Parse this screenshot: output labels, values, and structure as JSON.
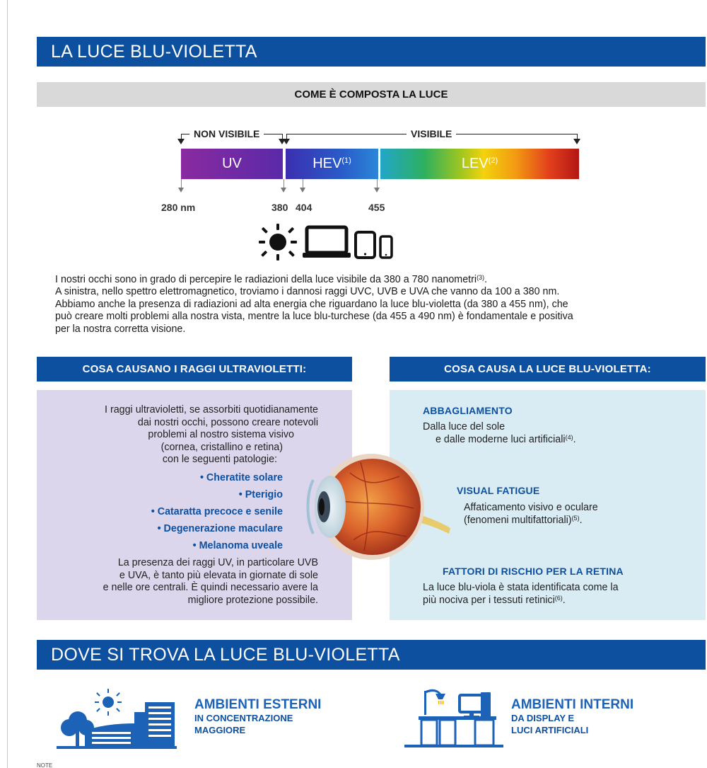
{
  "section1_title": "LA LUCE BLU-VIOLETTA",
  "composition_title": "COME È COMPOSTA LA LUCE",
  "spectrum": {
    "non_visible_label": "NON VISIBILE",
    "visible_label": "VISIBILE",
    "bands": [
      {
        "label": "UV",
        "sup": ""
      },
      {
        "label": "HEV",
        "sup": "(1)"
      },
      {
        "label": "LEV",
        "sup": "(2)"
      }
    ],
    "ticks": [
      "280 nm",
      "380",
      "404",
      "455"
    ]
  },
  "icons": [
    "sun-icon",
    "laptop-icon",
    "tablet-icon",
    "smartphone-icon"
  ],
  "intro": {
    "line1": "I nostri occhi sono in grado di percepire le radiazioni della luce visibile da 380 a 780 nanometri",
    "line1_sup": "(3)",
    "line1_end": ".",
    "line2": "A sinistra, nello spettro elettromagnetico, troviamo i dannosi raggi UVC, UVB e UVA che vanno da 100 a 380 nm.",
    "line3": "Abbiamo anche la presenza di radiazioni ad alta energia che riguardano la luce blu-violetta (da 380 a 455 nm), che",
    "line4": "può creare molti problemi alla nostra vista, mentre la luce blu-turchese (da 455 a 490 nm) è fondamentale e positiva",
    "line5": "per la nostra corretta visione."
  },
  "uv_panel": {
    "title": "COSA CAUSANO I RAGGI ULTRAVIOLETTI:",
    "intro_lines": [
      "I raggi ultravioletti, se assorbiti quotidianamente",
      "dai nostri occhi, possono creare notevoli",
      "problemi al nostro sistema visivo",
      "(cornea, cristallino e retina)",
      "con le seguenti patologie:"
    ],
    "items": [
      "• Cheratite solare",
      "• Pterigio",
      "• Cataratta precoce e senile",
      "• Degenerazione maculare",
      "• Melanoma uveale"
    ],
    "outro_lines": [
      "La presenza dei raggi UV, in particolare UVB",
      "e UVA, è tanto più elevata in giornate di sole",
      "e nelle ore centrali. È quindi necessario avere la",
      "migliore protezione possibile."
    ]
  },
  "blue_panel": {
    "title": "COSA CAUSA LA LUCE BLU-VIOLETTA:",
    "blocks": [
      {
        "heading": "ABBAGLIAMENTO",
        "line1": "Dalla luce del sole",
        "line2": "e dalle moderne luci artificiali",
        "sup": "(4)",
        "end": "."
      },
      {
        "heading": "VISUAL FATIGUE",
        "line1": "Affaticamento visivo e oculare",
        "line2": "(fenomeni multifattoriali)",
        "sup": "(5)",
        "end": "."
      },
      {
        "heading": "FATTORI DI RISCHIO PER LA RETINA",
        "line1": "La luce blu-viola è stata identificata come la",
        "line2": "più nociva per i tessuti retinici",
        "sup": "(6)",
        "end": "."
      }
    ]
  },
  "section2_title": "DOVE SI TROVA LA LUCE BLU-VIOLETTA",
  "environments": [
    {
      "heading": "AMBIENTI ESTERNI",
      "sub1": "IN CONCENTRAZIONE",
      "sub2": "MAGGIORE"
    },
    {
      "heading": "AMBIENTI INTERNI",
      "sub1": "DA DISPLAY E",
      "sub2": "LUCI ARTIFICIALI"
    }
  ],
  "note_label": "NOTE",
  "colors": {
    "brand_blue": "#0d50a0",
    "uv_panel": "#dcd6ec",
    "blue_panel": "#daecf3"
  }
}
